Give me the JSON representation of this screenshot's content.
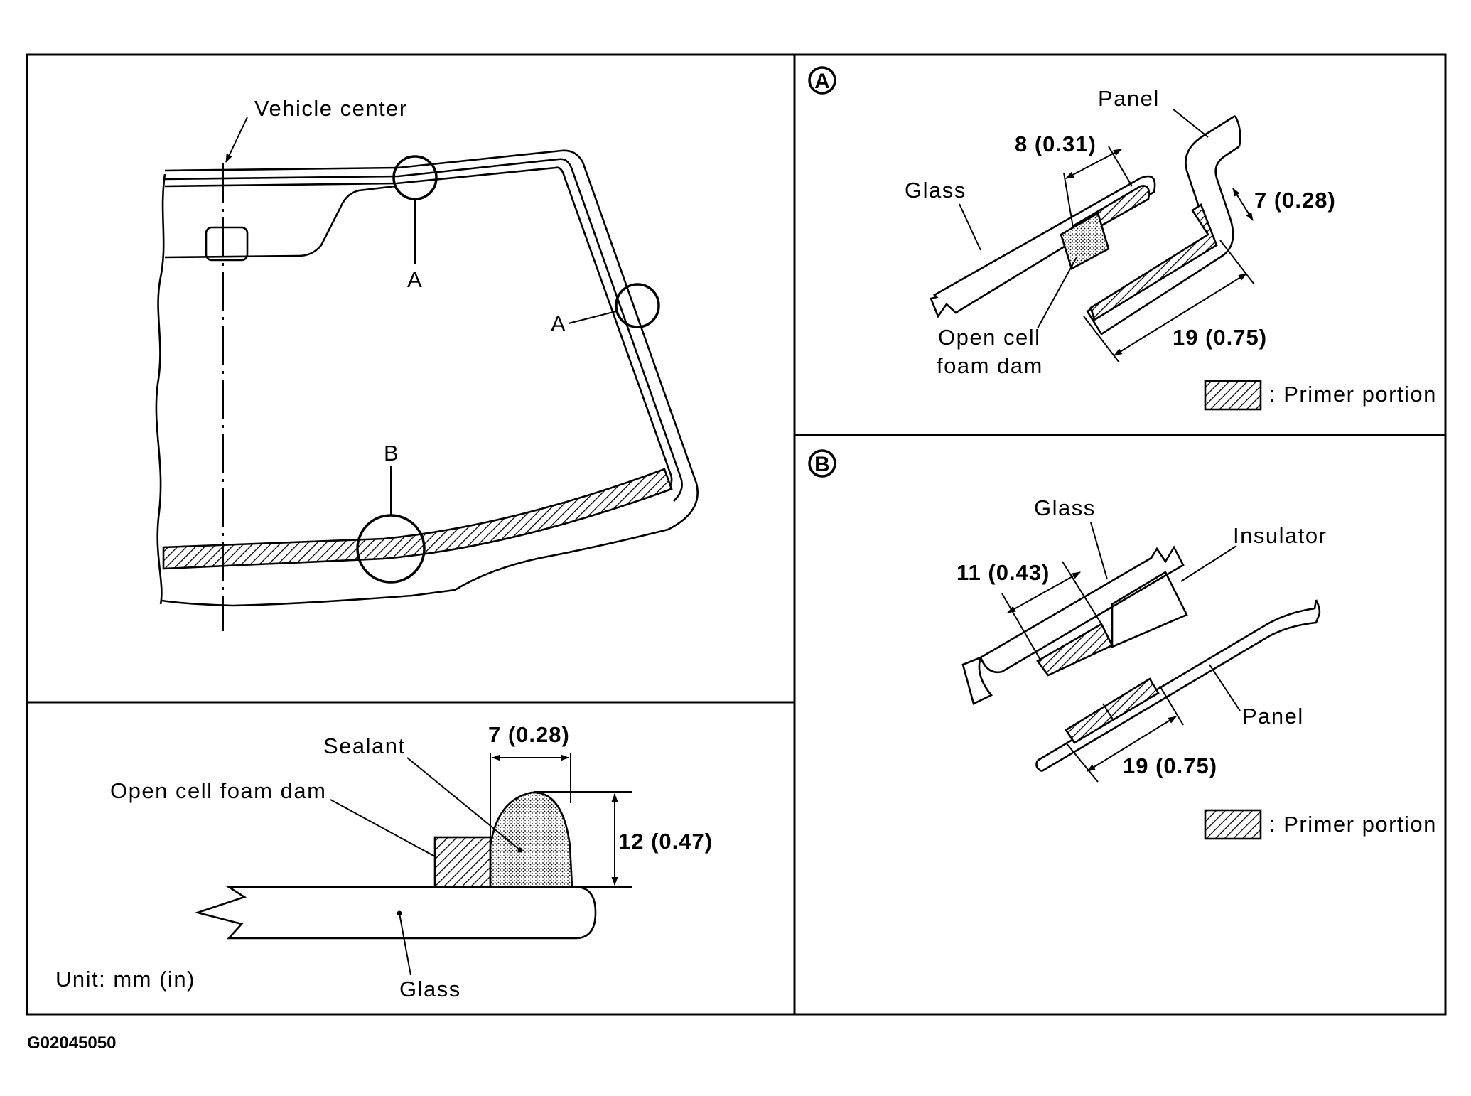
{
  "overview": {
    "vehicle_center": "Vehicle center",
    "detail_a_1": "A",
    "detail_a_2": "A",
    "detail_b": "B"
  },
  "section": {
    "sealant": "Sealant",
    "open_cell_foam_dam": "Open cell foam dam",
    "width_dim": "7 (0.28)",
    "height_dim": "12 (0.47)",
    "glass": "Glass",
    "unit": "Unit: mm (in)"
  },
  "detail_a": {
    "marker": "A",
    "panel": "Panel",
    "glass": "Glass",
    "dim_8": "8 (0.31)",
    "dim_7": "7 (0.28)",
    "dim_19": "19 (0.75)",
    "foam_line1": "Open cell",
    "foam_line2": "foam dam",
    "legend": ": Primer portion"
  },
  "detail_b": {
    "marker": "B",
    "glass": "Glass",
    "insulator": "Insulator",
    "dim_11": "11 (0.43)",
    "panel": "Panel",
    "dim_19": "19 (0.75)",
    "legend": ": Primer portion"
  },
  "figure_id": "G02045050"
}
